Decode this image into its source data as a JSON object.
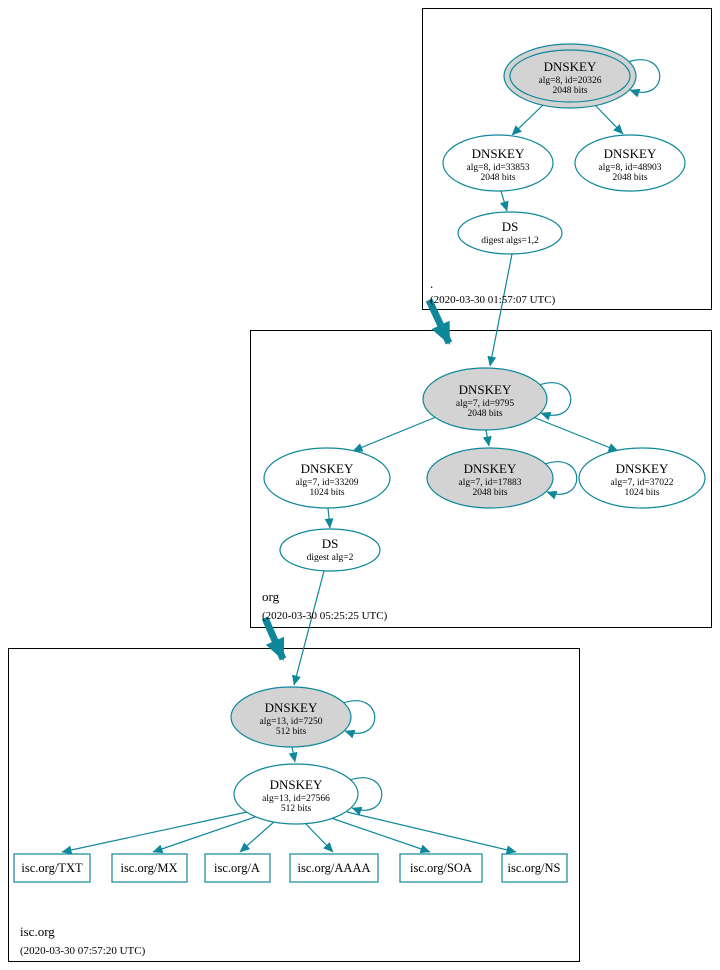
{
  "colors": {
    "edge_secure": "#0d8799",
    "node_border": "#0d8799",
    "ksk_fill": "#d3d3d3",
    "node_fill": "#ffffff",
    "zone_border": "#000000",
    "text": "#000000"
  },
  "zones": {
    "root": {
      "label": ".",
      "timestamp": "(2020-03-30 01:57:07 UTC)",
      "nodes": {
        "ksk": {
          "title": "DNSKEY",
          "sub1": "alg=8, id=20326",
          "sub2": "2048 bits"
        },
        "zsk1": {
          "title": "DNSKEY",
          "sub1": "alg=8, id=33853",
          "sub2": "2048 bits"
        },
        "zsk2": {
          "title": "DNSKEY",
          "sub1": "alg=8, id=48903",
          "sub2": "2048 bits"
        },
        "ds": {
          "title": "DS",
          "sub1": "digest algs=1,2"
        }
      }
    },
    "org": {
      "label": "org",
      "timestamp": "(2020-03-30 05:25:25 UTC)",
      "nodes": {
        "ksk": {
          "title": "DNSKEY",
          "sub1": "alg=7, id=9795",
          "sub2": "2048 bits"
        },
        "zsk1": {
          "title": "DNSKEY",
          "sub1": "alg=7, id=33209",
          "sub2": "1024 bits"
        },
        "zsk2": {
          "title": "DNSKEY",
          "sub1": "alg=7, id=17883",
          "sub2": "2048 bits"
        },
        "zsk3": {
          "title": "DNSKEY",
          "sub1": "alg=7, id=37022",
          "sub2": "1024 bits"
        },
        "ds": {
          "title": "DS",
          "sub1": "digest alg=2"
        }
      }
    },
    "isc": {
      "label": "isc.org",
      "timestamp": "(2020-03-30 07:57:20 UTC)",
      "nodes": {
        "ksk": {
          "title": "DNSKEY",
          "sub1": "alg=13, id=7250",
          "sub2": "512 bits"
        },
        "zsk": {
          "title": "DNSKEY",
          "sub1": "alg=13, id=27566",
          "sub2": "512 bits"
        }
      },
      "rrsets": [
        {
          "label": "isc.org/TXT"
        },
        {
          "label": "isc.org/MX"
        },
        {
          "label": "isc.org/A"
        },
        {
          "label": "isc.org/AAAA"
        },
        {
          "label": "isc.org/SOA"
        },
        {
          "label": "isc.org/NS"
        }
      ]
    }
  }
}
